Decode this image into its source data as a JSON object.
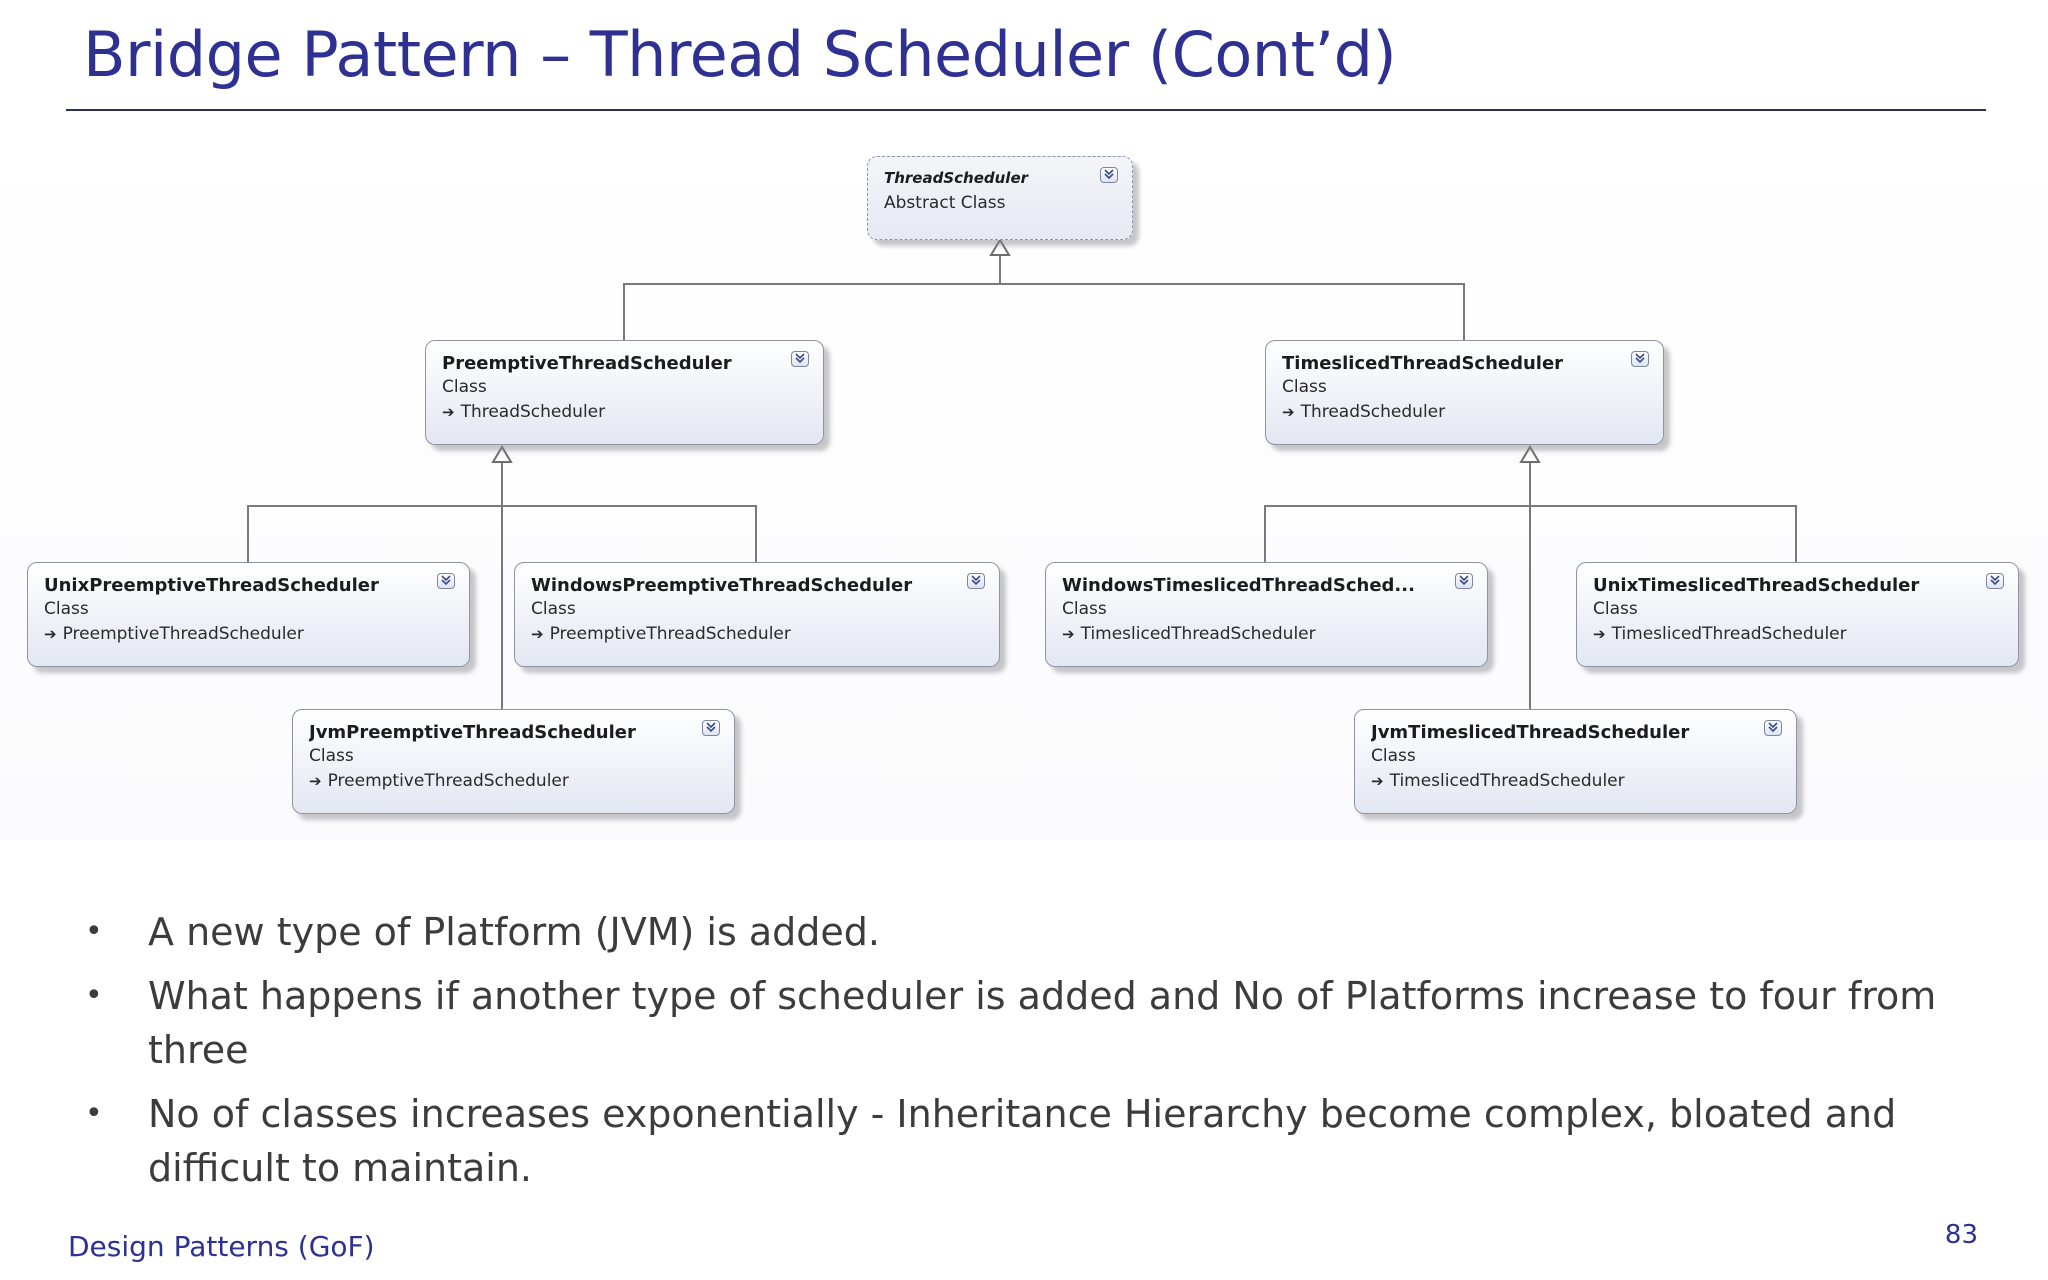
{
  "slide": {
    "title": "Bridge Pattern – Thread Scheduler (Cont’d)",
    "footer": "Design Patterns (GoF)",
    "page_number": "83"
  },
  "diagram": {
    "classes": {
      "thread_scheduler": {
        "name": "ThreadScheduler",
        "kind": "Abstract Class"
      },
      "preemptive": {
        "name": "PreemptiveThreadScheduler",
        "kind": "Class",
        "parent": "ThreadScheduler"
      },
      "timesliced": {
        "name": "TimeslicedThreadScheduler",
        "kind": "Class",
        "parent": "ThreadScheduler"
      },
      "unix_preemptive": {
        "name": "UnixPreemptiveThreadScheduler",
        "kind": "Class",
        "parent": "PreemptiveThreadScheduler"
      },
      "windows_preemptive": {
        "name": "WindowsPreemptiveThreadScheduler",
        "kind": "Class",
        "parent": "PreemptiveThreadScheduler"
      },
      "jvm_preemptive": {
        "name": "JvmPreemptiveThreadScheduler",
        "kind": "Class",
        "parent": "PreemptiveThreadScheduler"
      },
      "windows_timesliced": {
        "name": "WindowsTimeslicedThreadSched...",
        "kind": "Class",
        "parent": "TimeslicedThreadScheduler"
      },
      "unix_timesliced": {
        "name": "UnixTimeslicedThreadScheduler",
        "kind": "Class",
        "parent": "TimeslicedThreadScheduler"
      },
      "jvm_timesliced": {
        "name": "JvmTimeslicedThreadScheduler",
        "kind": "Class",
        "parent": "TimeslicedThreadScheduler"
      }
    }
  },
  "bullets": [
    "A new type of Platform (JVM) is added.",
    "What happens if another type of scheduler is added and No of Platforms increase to four from three",
    "No of classes increases exponentially - Inheritance Hierarchy become complex, bloated and difficult to maintain."
  ],
  "colors": {
    "title": "#2e3192",
    "body_text": "#3c3c3c",
    "connector": "#7a7a7a"
  }
}
